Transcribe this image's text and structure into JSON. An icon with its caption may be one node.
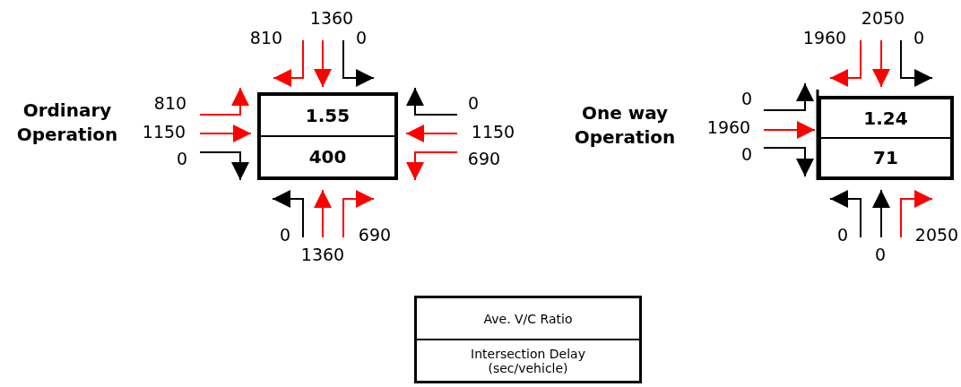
{
  "diagram": {
    "nodes": [
      {
        "text": [
          "1.55",
          "400"
        ]
      },
      {
        "text": [
          "1.24",
          "71"
        ]
      },
      {
        "text": [
          "Ave. V/C Ratio",
          "Intersection Delay (sec/vehicle)"
        ]
      }
    ],
    "labels": [
      "1360",
      "810",
      "0",
      "Ordinary Operation",
      "810",
      "0",
      "1150",
      "1150",
      "0",
      "690",
      "0",
      "690",
      "1360",
      "2050",
      "1960",
      "0",
      "0",
      "One way Operation",
      "1960",
      "0",
      "0",
      "2050",
      "0"
    ]
  }
}
